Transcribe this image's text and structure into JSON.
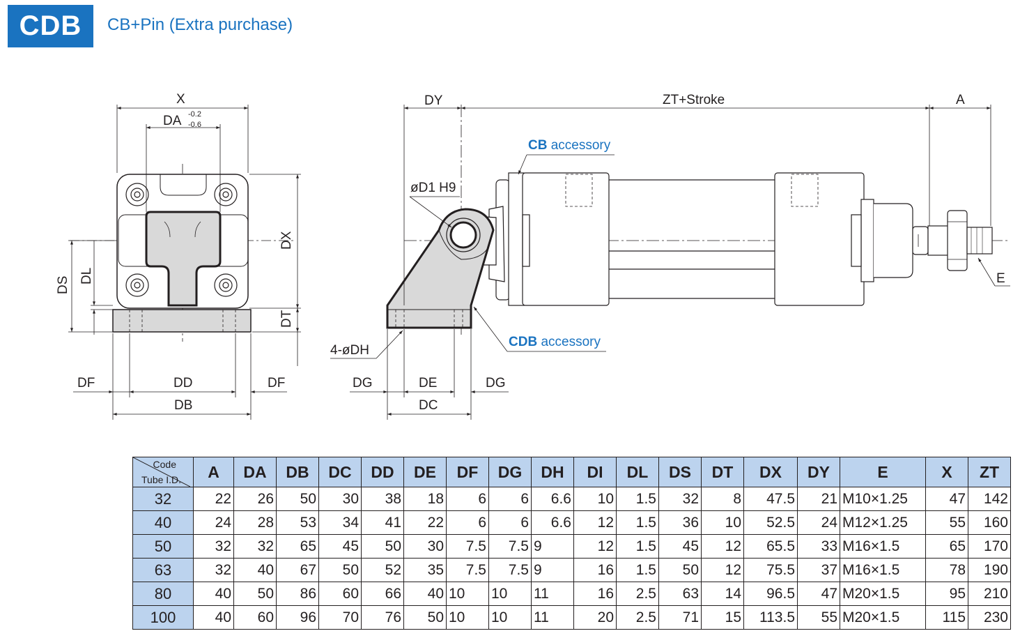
{
  "header": {
    "badge": "CDB",
    "subtitle": "CB+Pin (Extra purchase)"
  },
  "drawing": {
    "front_view": {
      "labels": {
        "x": "X",
        "da": "DA",
        "da_tol_upper": "-0.2",
        "da_tol_lower": "-0.6",
        "dx": "DX",
        "ds": "DS",
        "dl": "DL",
        "dt": "DT",
        "df_left": "DF",
        "dd": "DD",
        "df_right": "DF",
        "db": "DB"
      }
    },
    "side_view": {
      "labels": {
        "dy": "DY",
        "zt_stroke": "ZT+Stroke",
        "a": "A",
        "cb_prefix": "CB",
        "cb_suffix": " accessory",
        "d1": "øD1 H9",
        "e": "E",
        "cdb_prefix": "CDB",
        "cdb_suffix": " accessory",
        "dh": "4-øDH",
        "dg_left": "DG",
        "de": "DE",
        "dg_right": "DG",
        "dc": "DC"
      }
    }
  },
  "table": {
    "corner_top": "Code",
    "corner_bottom": "Tube I.D.",
    "headers": [
      "A",
      "DA",
      "DB",
      "DC",
      "DD",
      "DE",
      "DF",
      "DG",
      "DH",
      "DI",
      "DL",
      "DS",
      "DT",
      "DX",
      "DY",
      "E",
      "X",
      "ZT"
    ],
    "rows": [
      {
        "tube": "32",
        "values": [
          "22",
          "26",
          "50",
          "30",
          "38",
          "18",
          "6",
          "6",
          "6.6",
          "10",
          "1.5",
          "32",
          "8",
          "47.5",
          "21",
          "M10×1.25",
          "47",
          "142"
        ]
      },
      {
        "tube": "40",
        "values": [
          "24",
          "28",
          "53",
          "34",
          "41",
          "22",
          "6",
          "6",
          "6.6",
          "12",
          "1.5",
          "36",
          "10",
          "52.5",
          "24",
          "M12×1.25",
          "55",
          "160"
        ]
      },
      {
        "tube": "50",
        "values": [
          "32",
          "32",
          "65",
          "45",
          "50",
          "30",
          "7.5",
          "7.5",
          "9",
          "12",
          "1.5",
          "45",
          "12",
          "65.5",
          "33",
          "M16×1.5",
          "65",
          "170"
        ]
      },
      {
        "tube": "63",
        "values": [
          "32",
          "40",
          "67",
          "50",
          "52",
          "35",
          "7.5",
          "7.5",
          "9",
          "16",
          "1.5",
          "50",
          "12",
          "75.5",
          "37",
          "M16×1.5",
          "78",
          "190"
        ]
      },
      {
        "tube": "80",
        "values": [
          "40",
          "50",
          "86",
          "60",
          "66",
          "40",
          "10",
          "10",
          "11",
          "16",
          "2.5",
          "63",
          "14",
          "96.5",
          "47",
          "M20×1.5",
          "95",
          "210"
        ]
      },
      {
        "tube": "100",
        "values": [
          "40",
          "60",
          "96",
          "70",
          "76",
          "50",
          "10",
          "10",
          "11",
          "20",
          "2.5",
          "71",
          "15",
          "113.5",
          "55",
          "M20×1.5",
          "115",
          "230"
        ]
      }
    ]
  }
}
